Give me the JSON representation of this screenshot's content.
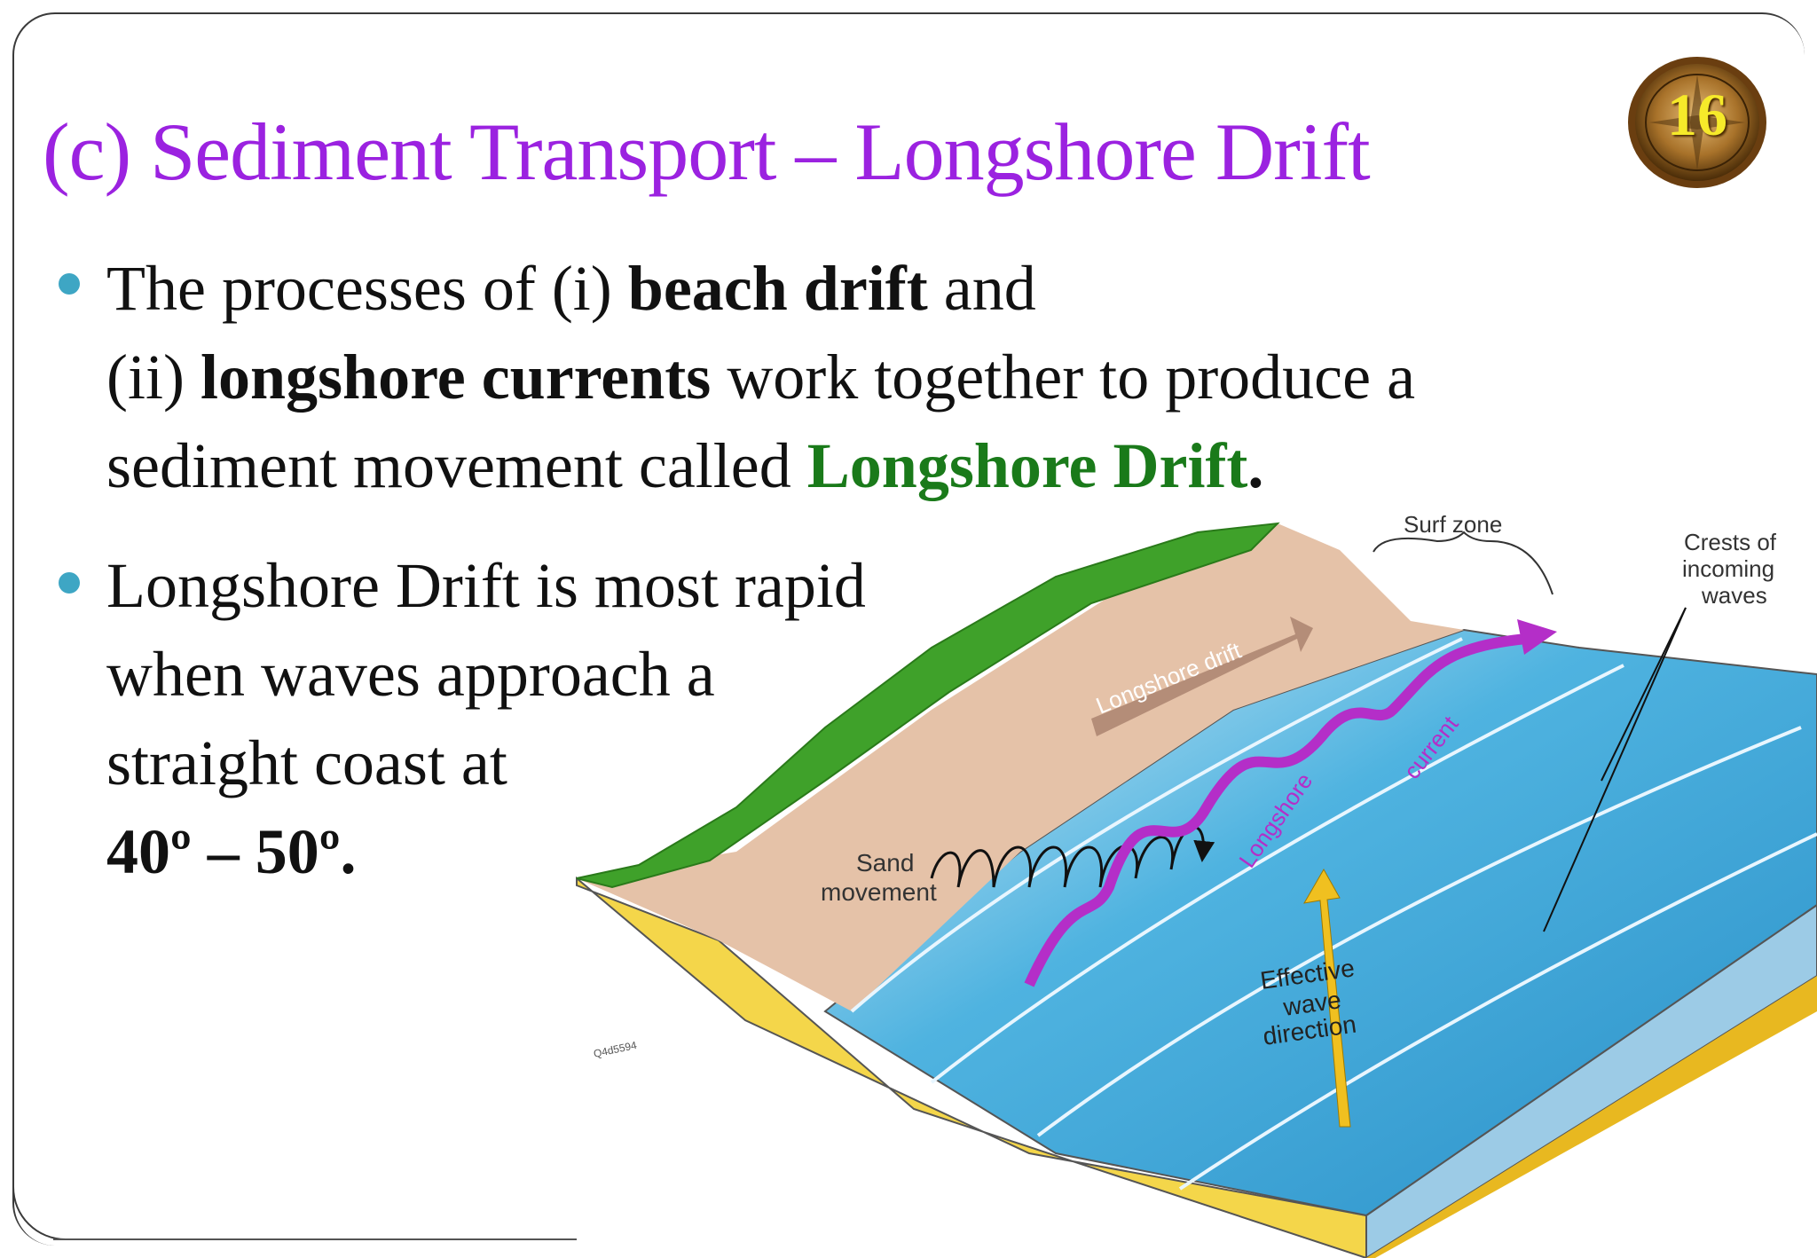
{
  "slide": {
    "title": "(c) Sediment Transport – Longshore Drift",
    "page_number": "16"
  },
  "bullet1": {
    "line1_a": "The processes of (i) ",
    "line1_b": "beach drift",
    "line1_c": " and",
    "line2_a": "(ii) ",
    "line2_b": "longshore currents",
    "line2_c": " work together to produce a",
    "line3_a": "sediment movement called ",
    "line3_b": "Longshore Drift",
    "line3_c": "."
  },
  "bullet2": {
    "line1": "Longshore Drift is most rapid",
    "line2": "when waves approach a",
    "line3": "straight coast at",
    "line4": "40º – 50º."
  },
  "diagram": {
    "label_surf_zone": "Surf zone",
    "label_crests_1": "Crests of",
    "label_crests_2": "incoming",
    "label_crests_3": "waves",
    "label_longshore_drift": "Longshore drift",
    "label_sand_1": "Sand",
    "label_sand_2": "movement",
    "label_current_1": "Longshore",
    "label_current_2": "current",
    "label_effective_1": "Effective",
    "label_effective_2": "wave",
    "label_effective_3": "direction",
    "label_code": "Q4d5594",
    "colors": {
      "vegetation": "#3fa12a",
      "beach": "#e5c2a8",
      "water": "#4fb3e0",
      "sand_block": "#f2d84a",
      "current_arrow": "#b42ec8",
      "wave_arrow": "#f0c020",
      "drift_arrow": "#b48d78"
    }
  }
}
